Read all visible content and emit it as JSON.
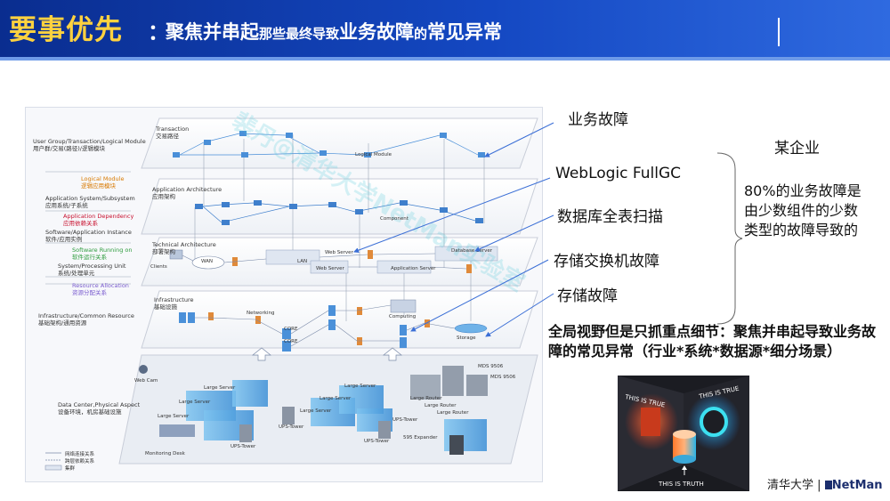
{
  "title": {
    "main": "要事优先",
    "colon": "：",
    "part1": "聚焦并串起",
    "part2": "那些最终导致",
    "part3": "业务故障",
    "part4": "的",
    "part5": "常见异常"
  },
  "diagram": {
    "layers": [
      {
        "en": "User Group/Transaction/Logical Module",
        "zh": "用户群/交易(路径)/逻辑模块"
      },
      {
        "en": "Logical Module",
        "zh": "逻辑应用模块"
      },
      {
        "en": "Application System/Subsystem",
        "zh": "应用系统/子系统"
      },
      {
        "en": "Application Dependency",
        "zh": "应用依赖关系"
      },
      {
        "en": "Software/Application Instance",
        "zh": "软件/应用实例"
      },
      {
        "en": "Software Running on",
        "zh": "软件运行关系"
      },
      {
        "en": "System/Processing Unit",
        "zh": "系统/处理单元"
      },
      {
        "en": "Resource Allocation",
        "zh": "资源分配关系"
      },
      {
        "en": "Infrastructure/Common Resource",
        "zh": "基础架构/通用资源"
      },
      {
        "en": "Data Center,Physical Aspect",
        "zh": "设备环境，机房基础设施"
      }
    ],
    "plane_labels": {
      "transaction": "Transaction",
      "transaction_zh": "交易路径",
      "logical_module": "Logical Module",
      "app_arch": "Application Architecture",
      "app_arch_zh": "应用架构",
      "component": "Component",
      "tech_arch": "Technical Architecture",
      "tech_arch_zh": "部署架构",
      "clients": "Clients",
      "wan": "WAN",
      "lan": "LAN",
      "web_server1": "Web Server",
      "web_server2": "Web Server",
      "app_server": "Application Server",
      "db_server": "Database Server",
      "infra": "Infrastructure",
      "infra_zh": "基础设施",
      "networking": "Networking",
      "computing": "Computing",
      "storage": "Storage",
      "core1": "CORE",
      "core2": "CORE",
      "web_cam": "Web Cam",
      "large_server1": "Large Server",
      "large_server2": "Large Server",
      "large_server3": "Large Server",
      "large_server4": "Large Server",
      "large_server5": "Large Server",
      "large_server6": "Large Server",
      "ups_tower1": "UPS-Tower",
      "ups_tower2": "UPS-Tower",
      "ups_tower3": "UPS-Tower",
      "ups_tower4": "UPS-Tower",
      "monitoring_desk": "Monitoring Desk",
      "large_router1": "Large Router",
      "large_router2": "Large Router",
      "large_router3": "Large Router",
      "mds1": "MDS 9506",
      "mds2": "MDS 9506",
      "expander": "595 Expander"
    },
    "legend": [
      "网络连接关系",
      "跨层依赖关系",
      "集群"
    ],
    "watermark": "裴丹@清华大学NetMan实验室"
  },
  "annotations": {
    "business_fault": "业务故障",
    "weblogic": "WebLogic FullGC",
    "db_scan": "数据库全表扫描",
    "switch_fault": "存储交换机故障",
    "storage_fault": "存储故障"
  },
  "company": "某企业",
  "stat": "80%的业务故障是\n由少数组件的少数\n类型的故障导致的",
  "global_view": "全局视野但是只抓重点细节：聚焦并串起导致业务故障的常见异常（行业*系统*数据源*细分场景）",
  "photo": {
    "left_text": "THIS IS TRUE",
    "right_text": "THIS IS TRUE",
    "bottom_text": "THIS IS TRUTH"
  },
  "logos": {
    "tsinghua": "清华大学",
    "separator": "|",
    "netman": "NetMan"
  },
  "colors": {
    "header_bg": "#1448c2",
    "title_yellow": "#ffd23f",
    "arrow_blue": "#3b6fd6"
  }
}
